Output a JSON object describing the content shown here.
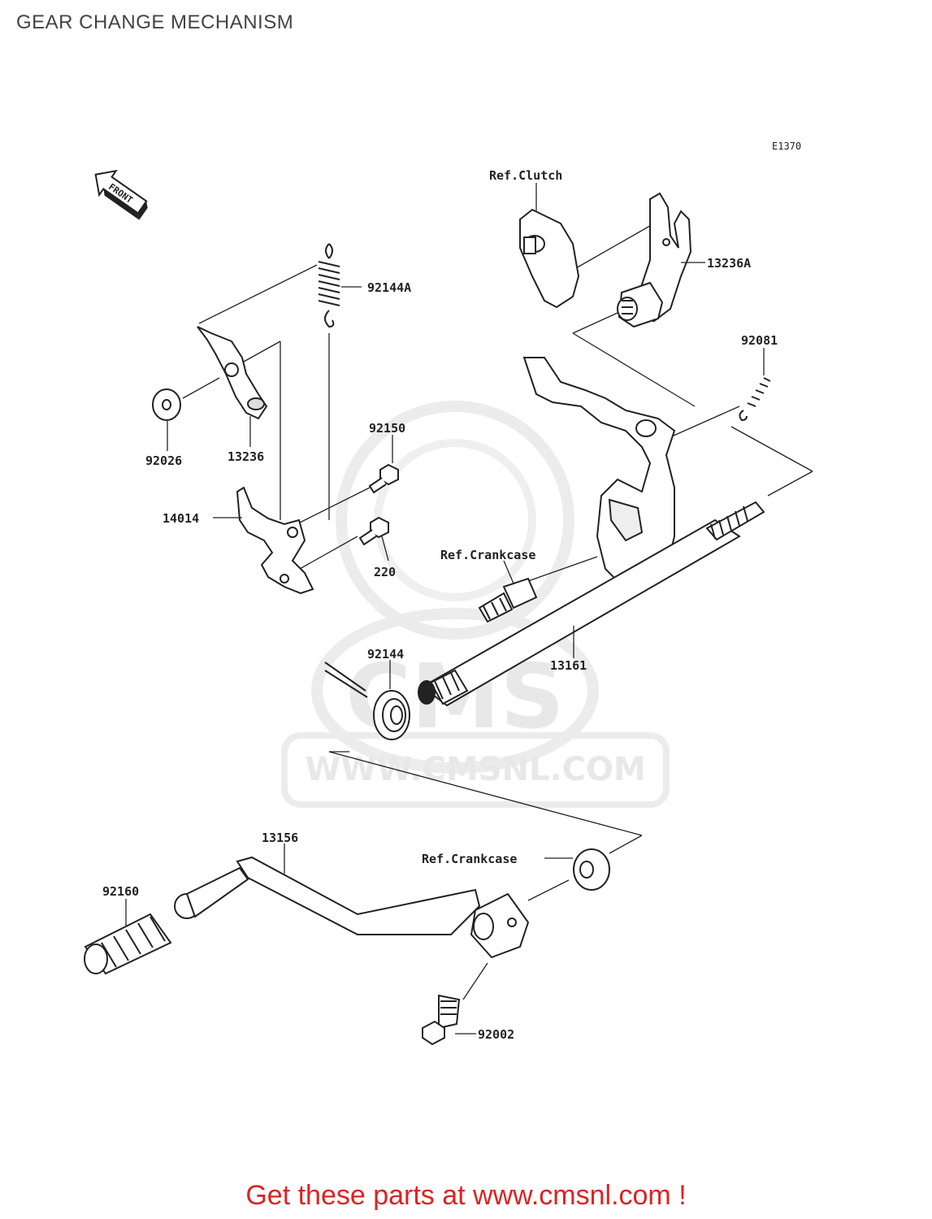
{
  "page": {
    "title": "GEAR CHANGE MECHANISM"
  },
  "diagram": {
    "code": "E1370",
    "front_label": "FRONT",
    "watermark": {
      "brand": "CMS",
      "url": "WWW.CMSNL.COM"
    },
    "labels": {
      "ref_clutch": "Ref.Clutch",
      "p13236A": "13236A",
      "p92144A": "92144A",
      "p92081": "92081",
      "p92026": "92026",
      "p13236": "13236",
      "p92150": "92150",
      "p14014": "14014",
      "p220": "220",
      "ref_crankcase_1": "Ref.Crankcase",
      "p92144": "92144",
      "p13161": "13161",
      "p13156": "13156",
      "ref_crankcase_2": "Ref.Crankcase",
      "p92160": "92160",
      "p92002": "92002"
    }
  },
  "footer": {
    "text": "Get these parts at www.cmsnl.com !"
  }
}
